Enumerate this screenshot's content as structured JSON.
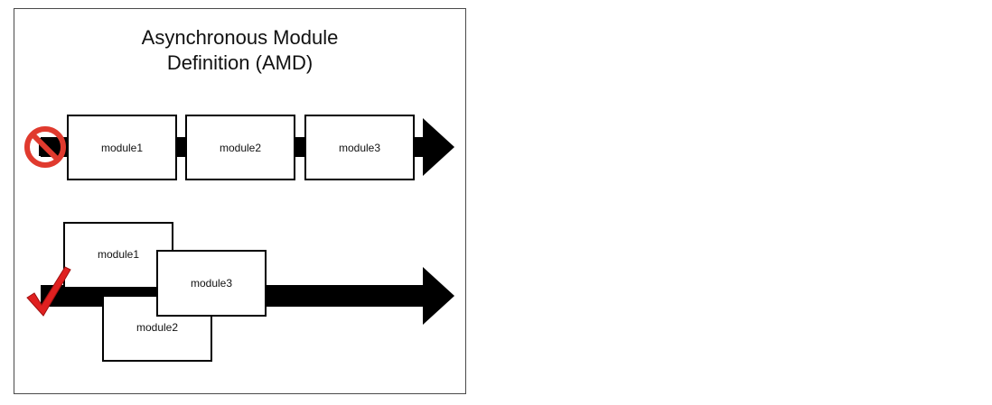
{
  "diagram": {
    "title_line1": "Asynchronous Module",
    "title_line2": "Definition (AMD)",
    "sequential_row": {
      "icon": "no-entry-icon",
      "modules": [
        "module1",
        "module2",
        "module3"
      ]
    },
    "async_row": {
      "icon": "checkmark-icon",
      "modules": [
        "module1",
        "module3",
        "module2"
      ]
    }
  },
  "colors": {
    "arrow": "#000000",
    "no_sign": "#e03a2e",
    "checkmark": "#e02020",
    "border": "#4a4a4a"
  }
}
